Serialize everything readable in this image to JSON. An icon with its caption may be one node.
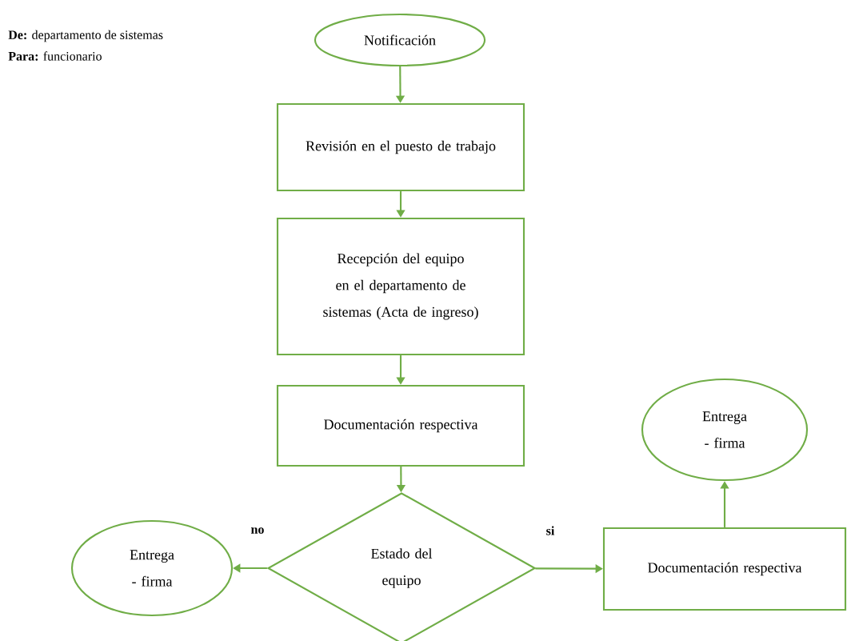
{
  "diagram": {
    "nodes": [
      {
        "text": [
          "Notificación"
        ]
      },
      {
        "text": [
          "Revisión en el puesto de trabajo"
        ]
      },
      {
        "text": [
          "Recepción del equipo en el departamento de sistemas (Acta de ingreso)"
        ]
      },
      {
        "text": [
          "Documentación respectiva"
        ]
      },
      {
        "text": [
          "Estado del equipo"
        ]
      },
      {
        "text": [
          "Entrega - firma"
        ]
      },
      {
        "text": [
          "Documentación respectiva"
        ]
      },
      {
        "text": [
          "Entrega - firma"
        ]
      }
    ],
    "edges": [
      {
        "from": 0,
        "to": 1,
        "arrow": "to"
      },
      {
        "from": 1,
        "to": 2,
        "arrow": "to"
      },
      {
        "from": 2,
        "to": 3,
        "arrow": "to"
      },
      {
        "from": 3,
        "to": 4,
        "arrow": "to"
      },
      {
        "from": 4,
        "to": 5,
        "arrow": "to",
        "label": "no"
      },
      {
        "from": 4,
        "to": 6,
        "arrow": "to",
        "label": "si"
      },
      {
        "from": 6,
        "to": 7,
        "arrow": "to"
      }
    ],
    "labels": [
      "**De:** departamento de sistemas",
      "**Para:** funcionario"
    ]
  }
}
